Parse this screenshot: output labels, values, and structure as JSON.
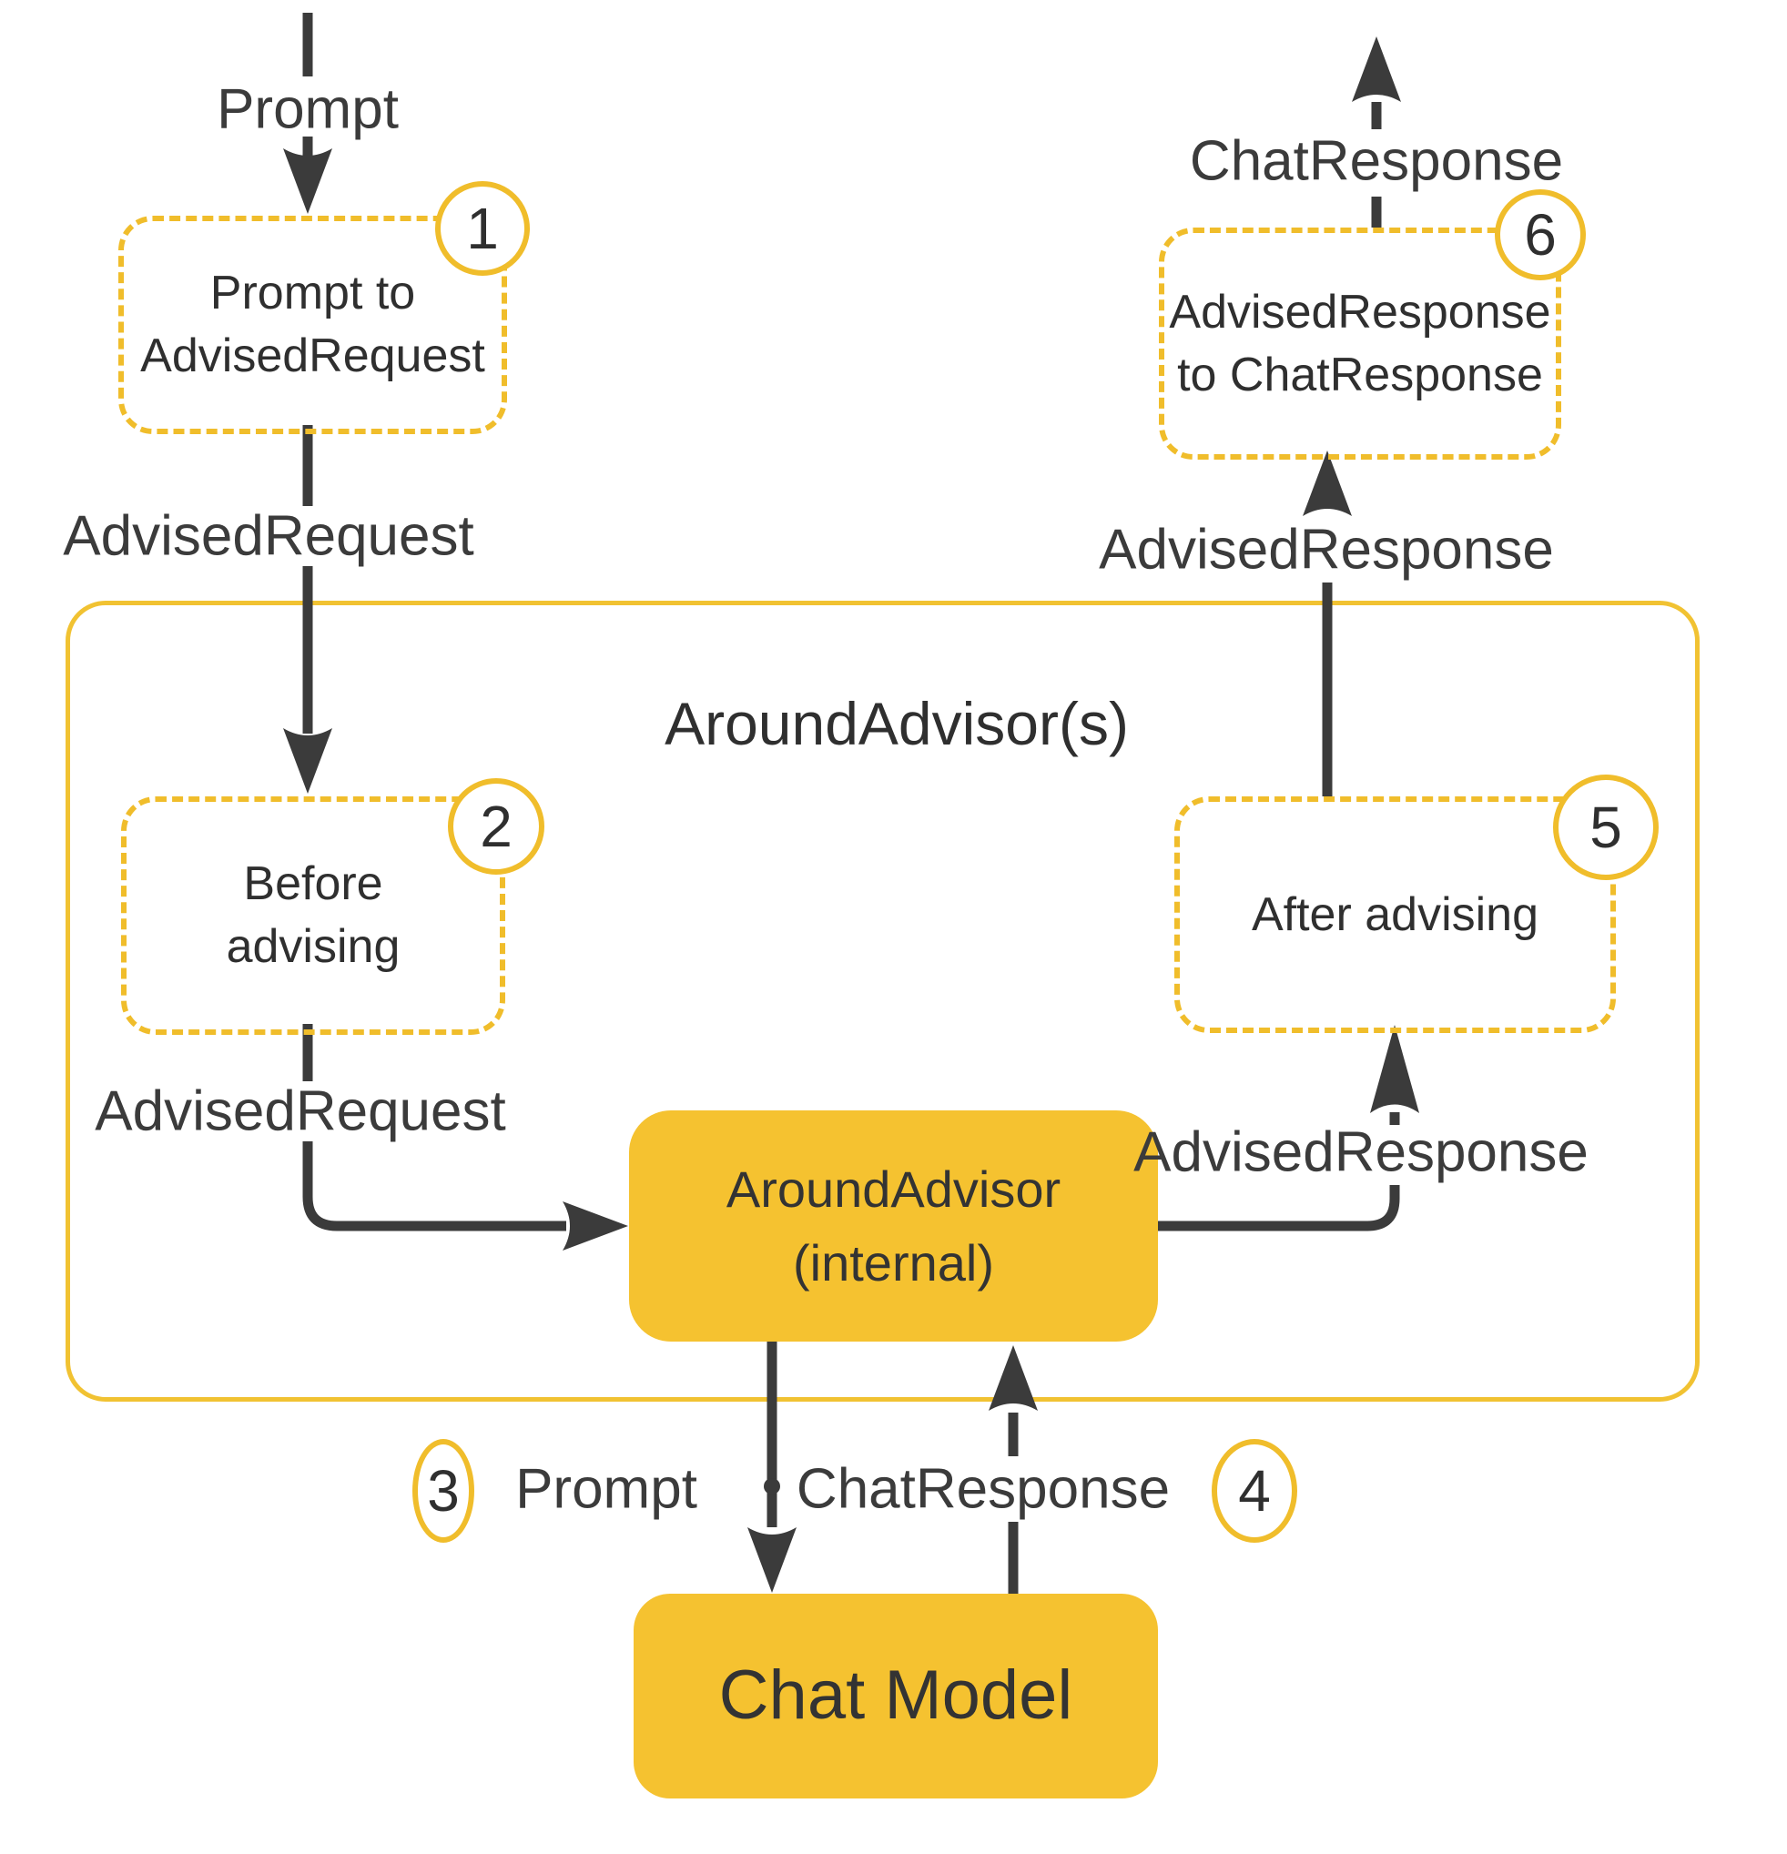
{
  "container": {
    "title": "AroundAdvisor(s)"
  },
  "nodes": {
    "prompt_to_advised_request": {
      "line1": "Prompt to",
      "line2": "AdvisedRequest"
    },
    "before_advising": {
      "line1": "Before",
      "line2": "advising"
    },
    "after_advising": {
      "line1": "After advising"
    },
    "advised_response_to_chat_response": {
      "line1": "AdvisedResponse",
      "line2": "to ChatResponse"
    },
    "around_advisor_internal": {
      "line1": "AroundAdvisor",
      "line2": "(internal)"
    },
    "chat_model": {
      "line1": "Chat Model"
    }
  },
  "steps": {
    "s1": "1",
    "s2": "2",
    "s3": "3",
    "s4": "4",
    "s5": "5",
    "s6": "6"
  },
  "edges": {
    "prompt_in": "Prompt",
    "advised_request_1": "AdvisedRequest",
    "advised_request_2": "AdvisedRequest",
    "prompt_to_model": "Prompt",
    "chat_response_from_model": "ChatResponse",
    "advised_response_1": "AdvisedResponse",
    "advised_response_2": "AdvisedResponse",
    "chat_response_out": "ChatResponse"
  },
  "colors": {
    "accent_fill": "#F5C230",
    "accent_stroke": "#F0BD2B",
    "connector": "#3B3B3B",
    "text": "#2F2F2F"
  }
}
